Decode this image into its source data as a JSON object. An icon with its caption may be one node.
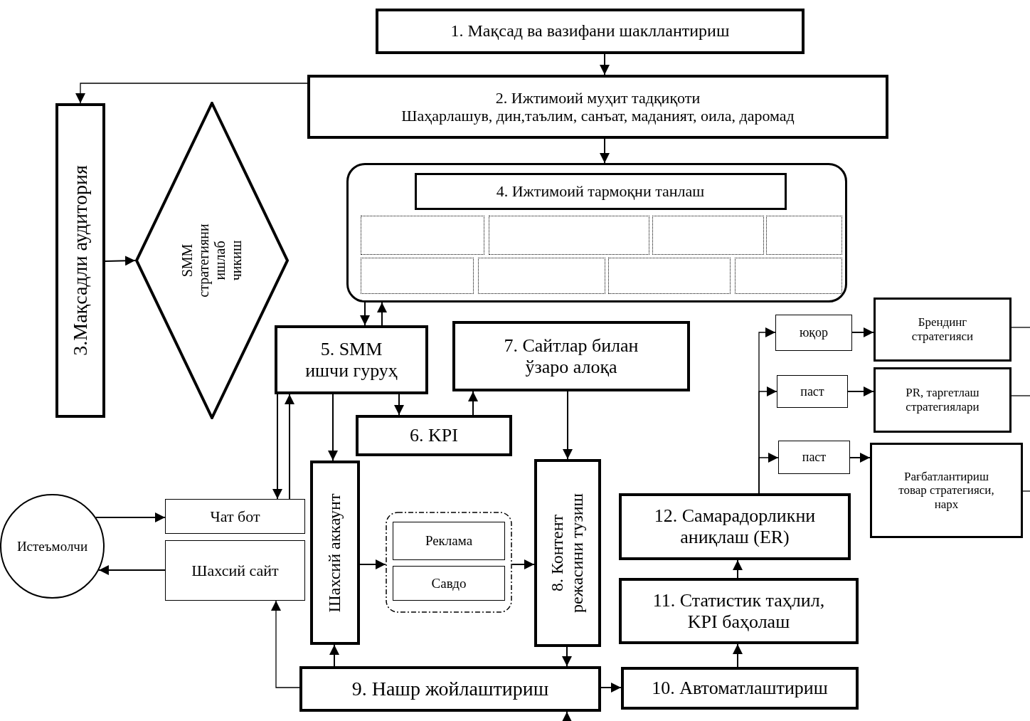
{
  "diagram": {
    "nodes": [
      {
        "text": [
          "1. Мақсад ва вазифани шакллантириш"
        ]
      },
      {
        "text": [
          "2. Ижтимоий муҳит тадқиқоти",
          "Шаҳарлашув, дин,таълим, санъат, маданият, оила, даромад"
        ]
      },
      {
        "text": [
          "3.Мақсадли аудитория"
        ]
      },
      {
        "text": [
          "SMM стратегияни ишлаб чикиш"
        ]
      },
      {
        "text": [],
        "shape": "box"
      },
      {
        "text": [
          "4. Ижтимоий тармоқни танлаш"
        ],
        "in": 4
      },
      {
        "text": [],
        "shape": "box",
        "in": 4
      },
      {
        "text": [],
        "shape": "box",
        "in": 4
      },
      {
        "text": [],
        "shape": "box",
        "in": 4
      },
      {
        "text": [],
        "shape": "box",
        "in": 4
      },
      {
        "text": [],
        "shape": "box",
        "in": 4
      },
      {
        "text": [],
        "shape": "box",
        "in": 4
      },
      {
        "text": [],
        "shape": "box",
        "in": 4
      },
      {
        "text": [],
        "shape": "box",
        "in": 4
      },
      {
        "text": [
          "5. SMM ишчи гуруҳ"
        ]
      },
      {
        "text": [
          "7. Сайтлар билан ўзаро алоқа"
        ]
      },
      {
        "text": [
          "6. KPI"
        ]
      },
      {
        "text": [
          "Истеъмолчи"
        ]
      },
      {
        "text": [
          "Чат бот"
        ]
      },
      {
        "text": [
          "Шахсий сайт"
        ]
      },
      {
        "text": [
          "Шахсий аккаунт"
        ]
      },
      {
        "text": [],
        "shape": "box"
      },
      {
        "text": [
          "Реклама"
        ],
        "in": 21
      },
      {
        "text": [
          "Савдо"
        ],
        "in": 21
      },
      {
        "text": [
          "8. Контент режасини тузиш"
        ]
      },
      {
        "text": [
          "9. Нашр жойлаштириш"
        ]
      },
      {
        "text": [
          "10. Автоматлаштириш"
        ]
      },
      {
        "text": [
          "11. Статистик таҳлил, KPI баҳолаш"
        ]
      },
      {
        "text": [
          "12. Самарадорликни аниқлаш (ER)"
        ]
      },
      {
        "text": [
          "юқор"
        ]
      },
      {
        "text": [
          "паст"
        ]
      },
      {
        "text": [
          "паст"
        ]
      },
      {
        "text": [
          "Брендинг стратегияси"
        ]
      },
      {
        "text": [
          "PR, таргетлаш стратегиялари"
        ]
      },
      {
        "text": [
          "Рағбатлантириш товар стратегияси, нарх"
        ]
      }
    ],
    "edges": [
      {
        "from": 0,
        "to": 1,
        "arrow": "to"
      },
      {
        "from": 1,
        "to": 2,
        "arrow": "to"
      },
      {
        "from": 2,
        "to": 3,
        "arrow": "to"
      },
      {
        "from": 1,
        "to": 4,
        "arrow": "to"
      },
      {
        "from": 4,
        "to": 14,
        "arrow": "to"
      },
      {
        "from": 14,
        "to": 4,
        "arrow": "to"
      },
      {
        "from": 14,
        "to": 18,
        "arrow": "to"
      },
      {
        "from": 18,
        "to": 14,
        "arrow": "to"
      },
      {
        "from": 14,
        "to": 20,
        "arrow": "to"
      },
      {
        "from": 14,
        "to": 16,
        "arrow": "to"
      },
      {
        "from": 16,
        "to": 15,
        "arrow": "to"
      },
      {
        "from": 15,
        "to": 24,
        "arrow": "to"
      },
      {
        "from": 17,
        "to": 18,
        "arrow": "to"
      },
      {
        "from": 19,
        "to": 17,
        "arrow": "to"
      },
      {
        "from": 20,
        "to": 21,
        "arrow": "to"
      },
      {
        "from": 21,
        "to": 24,
        "arrow": "to"
      },
      {
        "from": 24,
        "to": 25,
        "arrow": "to"
      },
      {
        "from": 25,
        "to": 20,
        "arrow": "to"
      },
      {
        "from": 25,
        "to": 19,
        "arrow": "to"
      },
      {
        "from": 25,
        "to": 26,
        "arrow": "to"
      },
      {
        "from": null,
        "to": 25,
        "arrow": "to"
      },
      {
        "from": 26,
        "to": 27,
        "arrow": "to"
      },
      {
        "from": 27,
        "to": 28,
        "arrow": "to"
      },
      {
        "from": 28,
        "to": 29,
        "arrow": "to"
      },
      {
        "from": 28,
        "to": 30,
        "arrow": "to"
      },
      {
        "from": 28,
        "to": 31,
        "arrow": "to"
      },
      {
        "from": 29,
        "to": 32,
        "arrow": "to"
      },
      {
        "from": 30,
        "to": 33,
        "arrow": "to"
      },
      {
        "from": 31,
        "to": 34,
        "arrow": "to"
      },
      {
        "from": 32,
        "to": null,
        "arrow": "none"
      },
      {
        "from": 33,
        "to": null,
        "arrow": "none"
      },
      {
        "from": 34,
        "to": null,
        "arrow": "none"
      }
    ]
  }
}
